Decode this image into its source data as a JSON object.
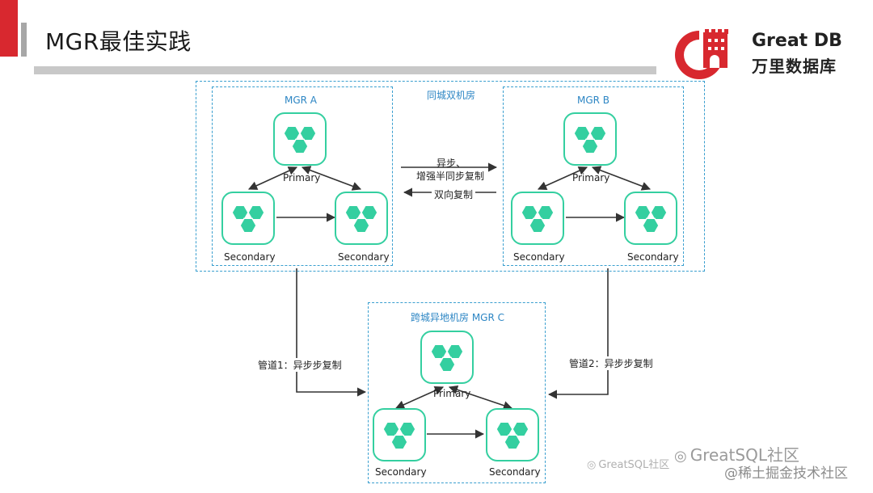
{
  "slide": {
    "title": "MGR最佳实践"
  },
  "logo": {
    "line1": "Great DB",
    "line2": "万里数据库",
    "brand_color": "#d8282f"
  },
  "diagram": {
    "outer_label": "同城双机房",
    "group_a": {
      "label": "MGR A",
      "primary": "Primary",
      "secondary_left": "Secondary",
      "secondary_right": "Secondary"
    },
    "group_b": {
      "label": "MGR B",
      "primary": "Primary",
      "secondary_left": "Secondary",
      "secondary_right": "Secondary"
    },
    "group_c": {
      "label": "跨城异地机房 MGR C",
      "primary": "Primary",
      "secondary_left": "Secondary",
      "secondary_right": "Secondary"
    },
    "link_ab_line1": "异步、",
    "link_ab_line2": "增强半同步复制",
    "link_ba": "双向复制",
    "pipe1": "管道1：异步步复制",
    "pipe2": "管道2：异步步复制",
    "node_color": "#34cfa0",
    "dash_color": "#3a9fcf"
  },
  "watermark": {
    "main": "GreatSQL社区",
    "small": "GreatSQL社区",
    "handle": "@稀土掘金技术社区"
  }
}
